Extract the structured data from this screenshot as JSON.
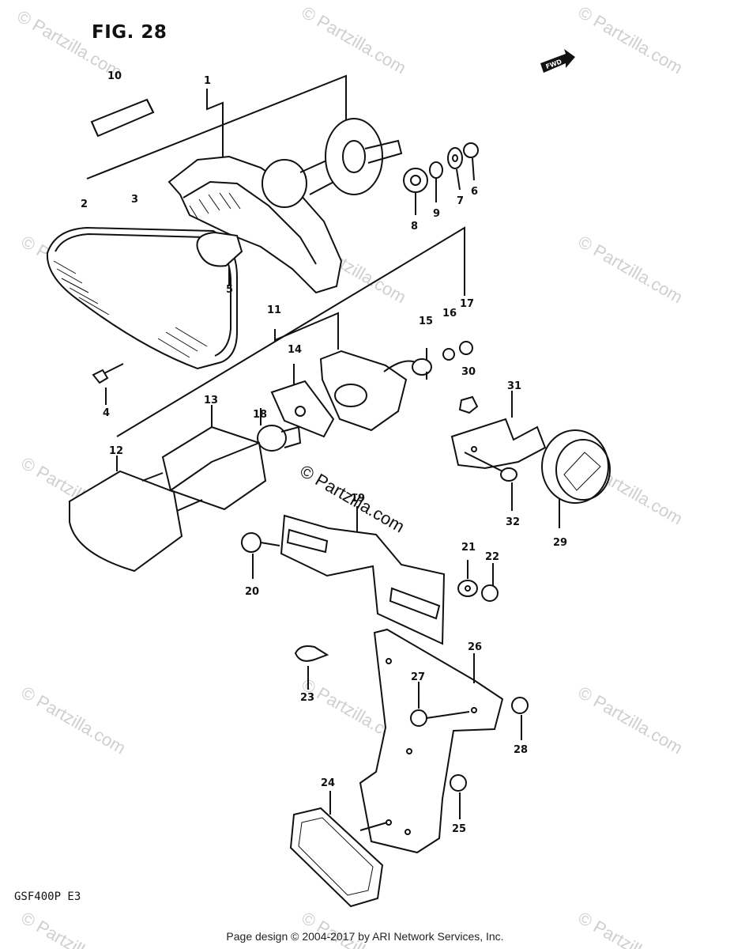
{
  "figure": {
    "title": "FIG. 28",
    "model_code": "GSF400P  E3",
    "fwd_label": "FWD"
  },
  "parts": [
    {
      "id": "p1",
      "label": "1"
    },
    {
      "id": "p2",
      "label": "2"
    },
    {
      "id": "p3",
      "label": "3"
    },
    {
      "id": "p4",
      "label": "4"
    },
    {
      "id": "p5",
      "label": "5"
    },
    {
      "id": "p6",
      "label": "6"
    },
    {
      "id": "p7",
      "label": "7"
    },
    {
      "id": "p8",
      "label": "8"
    },
    {
      "id": "p9",
      "label": "9"
    },
    {
      "id": "p10",
      "label": "10"
    },
    {
      "id": "p11",
      "label": "11"
    },
    {
      "id": "p12",
      "label": "12"
    },
    {
      "id": "p13",
      "label": "13"
    },
    {
      "id": "p14",
      "label": "14"
    },
    {
      "id": "p15",
      "label": "15"
    },
    {
      "id": "p16",
      "label": "16"
    },
    {
      "id": "p17",
      "label": "17"
    },
    {
      "id": "p18",
      "label": "18"
    },
    {
      "id": "p19",
      "label": "19"
    },
    {
      "id": "p20",
      "label": "20"
    },
    {
      "id": "p21",
      "label": "21"
    },
    {
      "id": "p22",
      "label": "22"
    },
    {
      "id": "p23",
      "label": "23"
    },
    {
      "id": "p24",
      "label": "24"
    },
    {
      "id": "p25",
      "label": "25"
    },
    {
      "id": "p26",
      "label": "26"
    },
    {
      "id": "p27",
      "label": "27"
    },
    {
      "id": "p28",
      "label": "28"
    },
    {
      "id": "p29",
      "label": "29"
    },
    {
      "id": "p30",
      "label": "30"
    },
    {
      "id": "p31",
      "label": "31"
    },
    {
      "id": "p32",
      "label": "32"
    }
  ],
  "watermark": {
    "text": "© Partzilla.com"
  },
  "footer": {
    "text": "Page design © 2004-2017 by ARI Network Services, Inc."
  }
}
